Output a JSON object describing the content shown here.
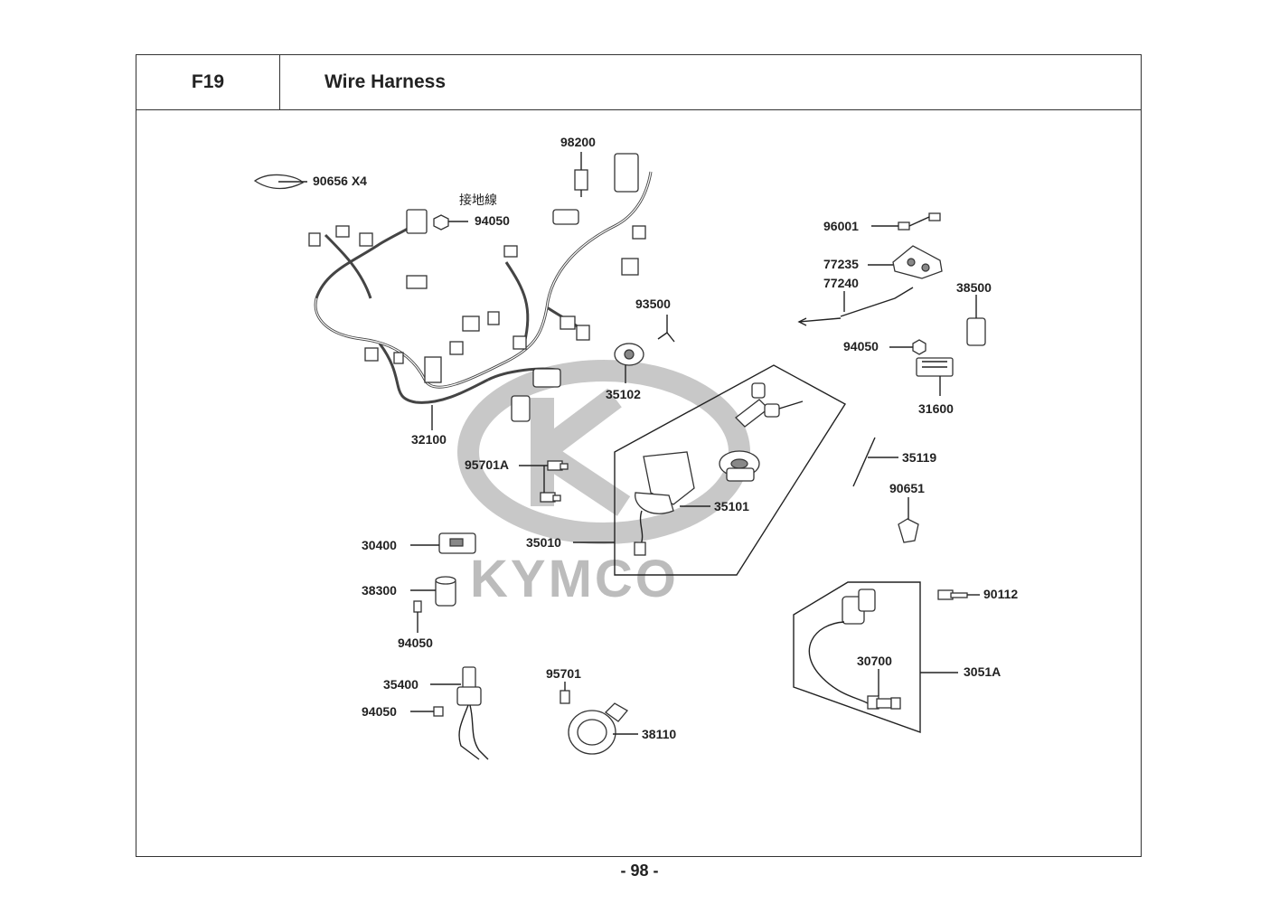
{
  "header": {
    "code": "F19",
    "title": "Wire Harness"
  },
  "watermark": {
    "brand": "KYMCO"
  },
  "annotations": {
    "ground_wire_cjk": "接地線"
  },
  "callouts": {
    "c90656": "90656  X4",
    "c94050_top": "94050",
    "c98200": "98200",
    "c32100": "32100",
    "c93500": "93500",
    "c35102": "35102",
    "c95701A": "95701A",
    "c35101": "35101",
    "c35010": "35010",
    "c30400": "30400",
    "c38300": "38300",
    "c94050_mid": "94050",
    "c35400": "35400",
    "c94050_bot": "94050",
    "c95701": "95701",
    "c38110": "38110",
    "c96001": "96001",
    "c77235": "77235",
    "c77240": "77240",
    "c38500": "38500",
    "c94050_right": "94050",
    "c31600": "31600",
    "c35119": "35119",
    "c90651": "90651",
    "c90112": "90112",
    "c30700": "30700",
    "c3051A": "3051A"
  },
  "footer": {
    "page": "- 98 -"
  },
  "colors": {
    "line": "#222222",
    "watermark": "#bcbcbc",
    "background": "#ffffff"
  }
}
